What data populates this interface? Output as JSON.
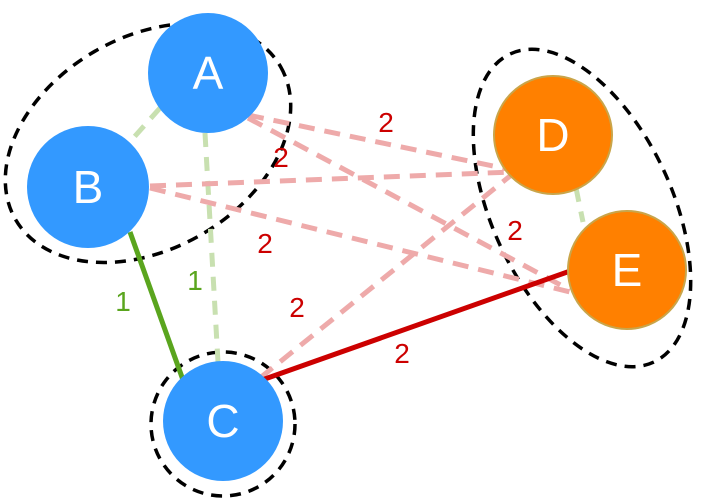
{
  "colors": {
    "blue_node": "#3399ff",
    "orange_node": "#ff8000",
    "orange_node_border": "#c9a54a",
    "green_edge": "#5aa51e",
    "green_edge_faint": "#c8e0b0",
    "red_edge": "#cc0000",
    "red_edge_faint": "#eeaaaa",
    "cluster_outline": "#000000"
  },
  "nodes": {
    "a": {
      "label": "A"
    },
    "b": {
      "label": "B"
    },
    "c": {
      "label": "C"
    },
    "d": {
      "label": "D"
    },
    "e": {
      "label": "E"
    }
  },
  "edge_labels": {
    "a_d": "2",
    "a_e": "2",
    "b_e": "2",
    "c_e_dashed": "2",
    "c_d": "2",
    "c_e": "2",
    "b_c": "1",
    "a_c": "1"
  }
}
